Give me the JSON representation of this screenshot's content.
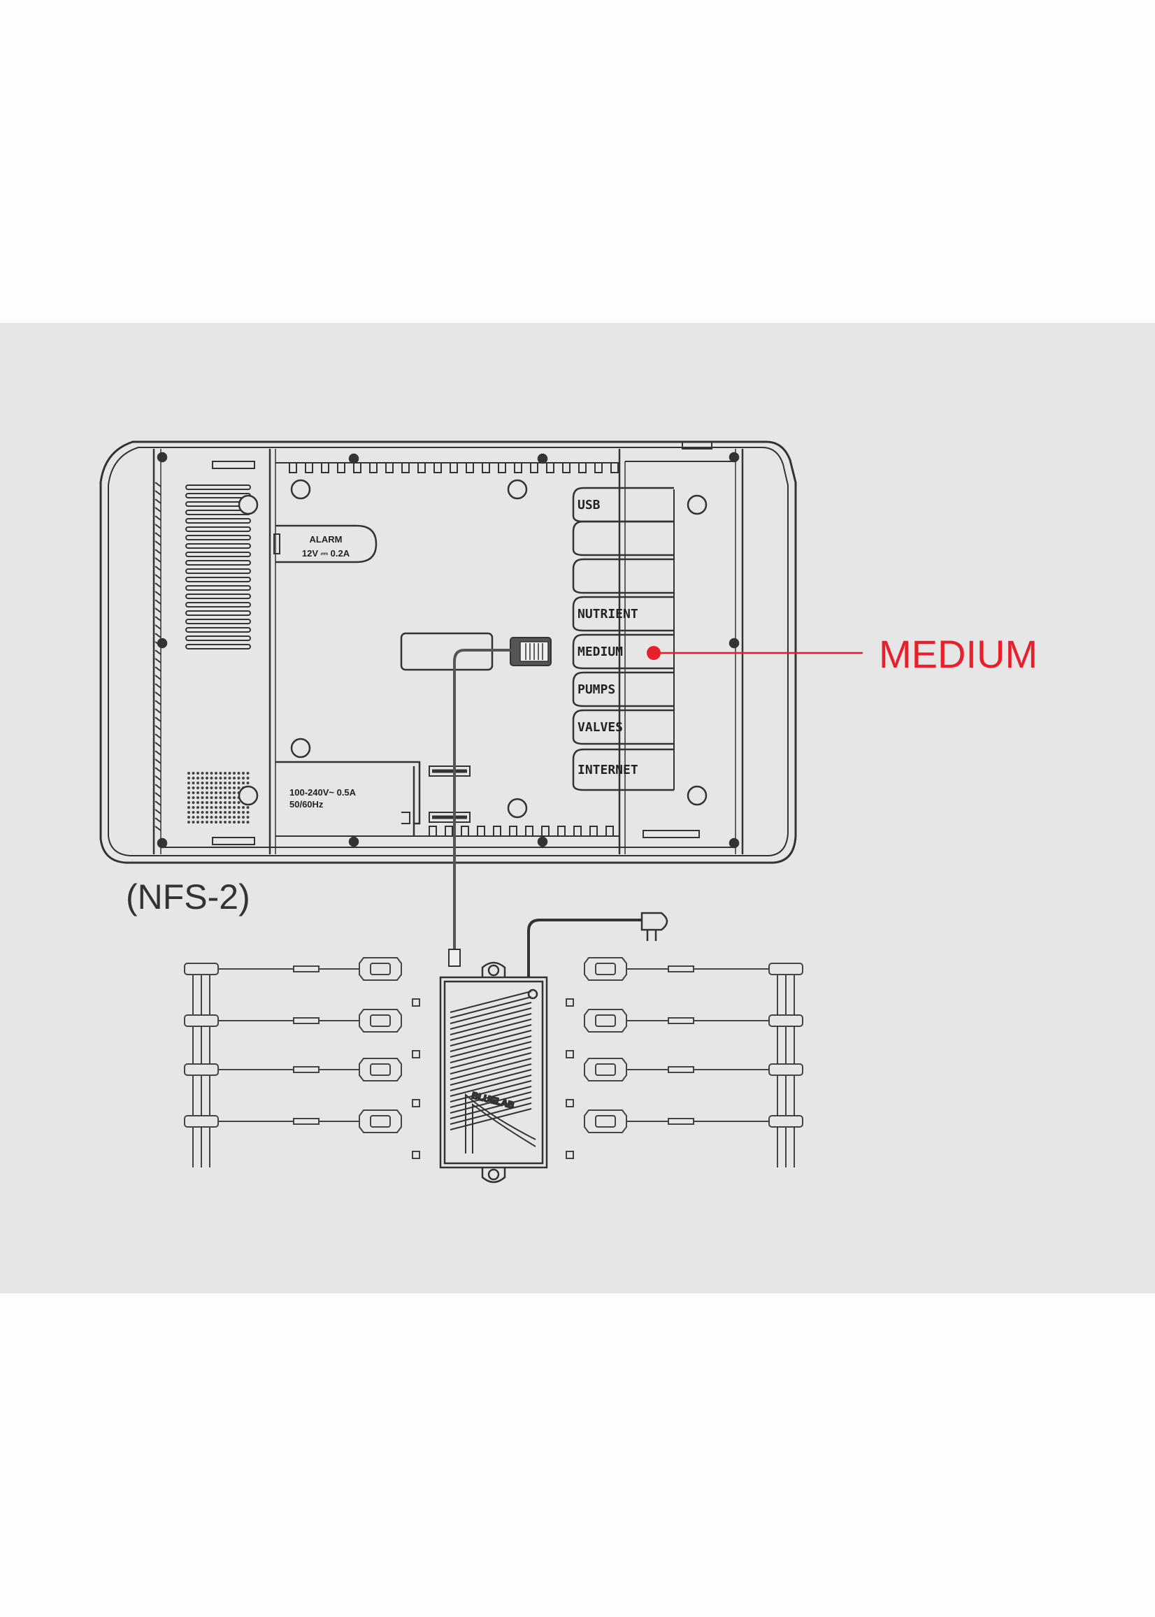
{
  "model_label": "(NFS-2)",
  "callout": {
    "label": "MEDIUM",
    "color": "#e8202b"
  },
  "ports": [
    "USB",
    "",
    "",
    "NUTRIENT",
    "MEDIUM",
    "PUMPS",
    "VALVES",
    "INTERNET"
  ],
  "alarm": {
    "title": "ALARM",
    "rating": "12V ⎓ 0.2A"
  },
  "power": {
    "voltage": "100-240V~  0.5A",
    "frequency": "50/60Hz"
  },
  "hub_brand": "BLUELAB",
  "sensor_count_per_side": 4
}
